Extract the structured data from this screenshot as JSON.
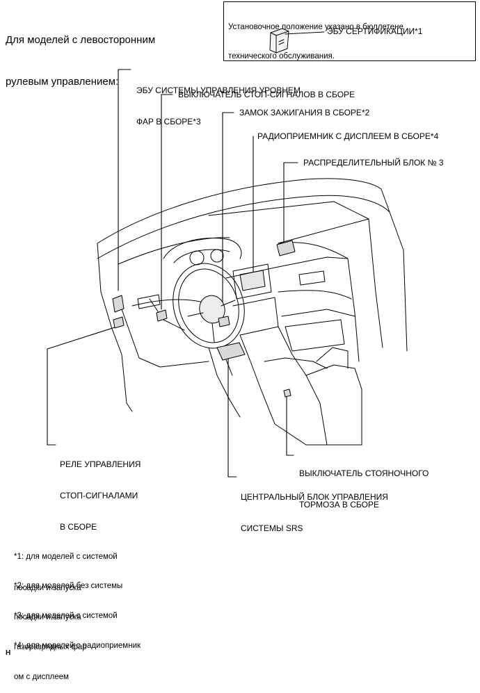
{
  "heading": {
    "line1": "Для моделей с левосторонним",
    "line2": "рулевым управлением:"
  },
  "certification_box": {
    "note_line1": "Установочное положение указано в бюллетене",
    "note_line2": "технического обслуживания.",
    "ecu_label": "ЭБУ СЕРТИФИКАЦИИ*1"
  },
  "callouts": {
    "headlamp_ecu_line1": "ЭБУ СИСТЕМЫ УПРАВЛЕНИЯ УРОВНЕМ",
    "headlamp_ecu_line2": "ФАР В СБОРЕ*3",
    "stop_switch": "ВЫКЛЮЧАТЕЛЬ СТОП-СИГНАЛОВ В СБОРЕ",
    "ignition_lock": "ЗАМОК ЗАЖИГАНИЯ В СБОРЕ*2",
    "radio_display": "РАДИОПРИЕМНИК С ДИСПЛЕЕМ В СБОРЕ*4",
    "junction_block": "РАСПРЕДЕЛИТЕЛЬНЫЙ БЛОК № 3",
    "stop_relay_line1": "РЕЛЕ УПРАВЛЕНИЯ",
    "stop_relay_line2": "СТОП-СИГНАЛАМИ",
    "stop_relay_line3": "В СБОРЕ",
    "parking_brake_line1": "ВЫКЛЮЧАТЕЛЬ СТОЯНОЧНОГО",
    "parking_brake_line2": "ТОРМОЗА В СБОРЕ",
    "srs_line1": "ЦЕНТРАЛЬНЫЙ БЛОК УПРАВЛЕНИЯ",
    "srs_line2": "СИСТЕМЫ SRS"
  },
  "footnotes": [
    {
      "line1": "*1: для моделей с системой",
      "line2": "посадки и запуска"
    },
    {
      "line1": "*2: для моделей без системы",
      "line2": "посадки и запуска"
    },
    {
      "line1": "*3: для моделей с системой",
      "line2": "газоразрядных фар"
    },
    {
      "line1": "*4: для моделей с радиоприемник",
      "line2": "ом с дисплеем"
    }
  ],
  "corner_mark": "H"
}
